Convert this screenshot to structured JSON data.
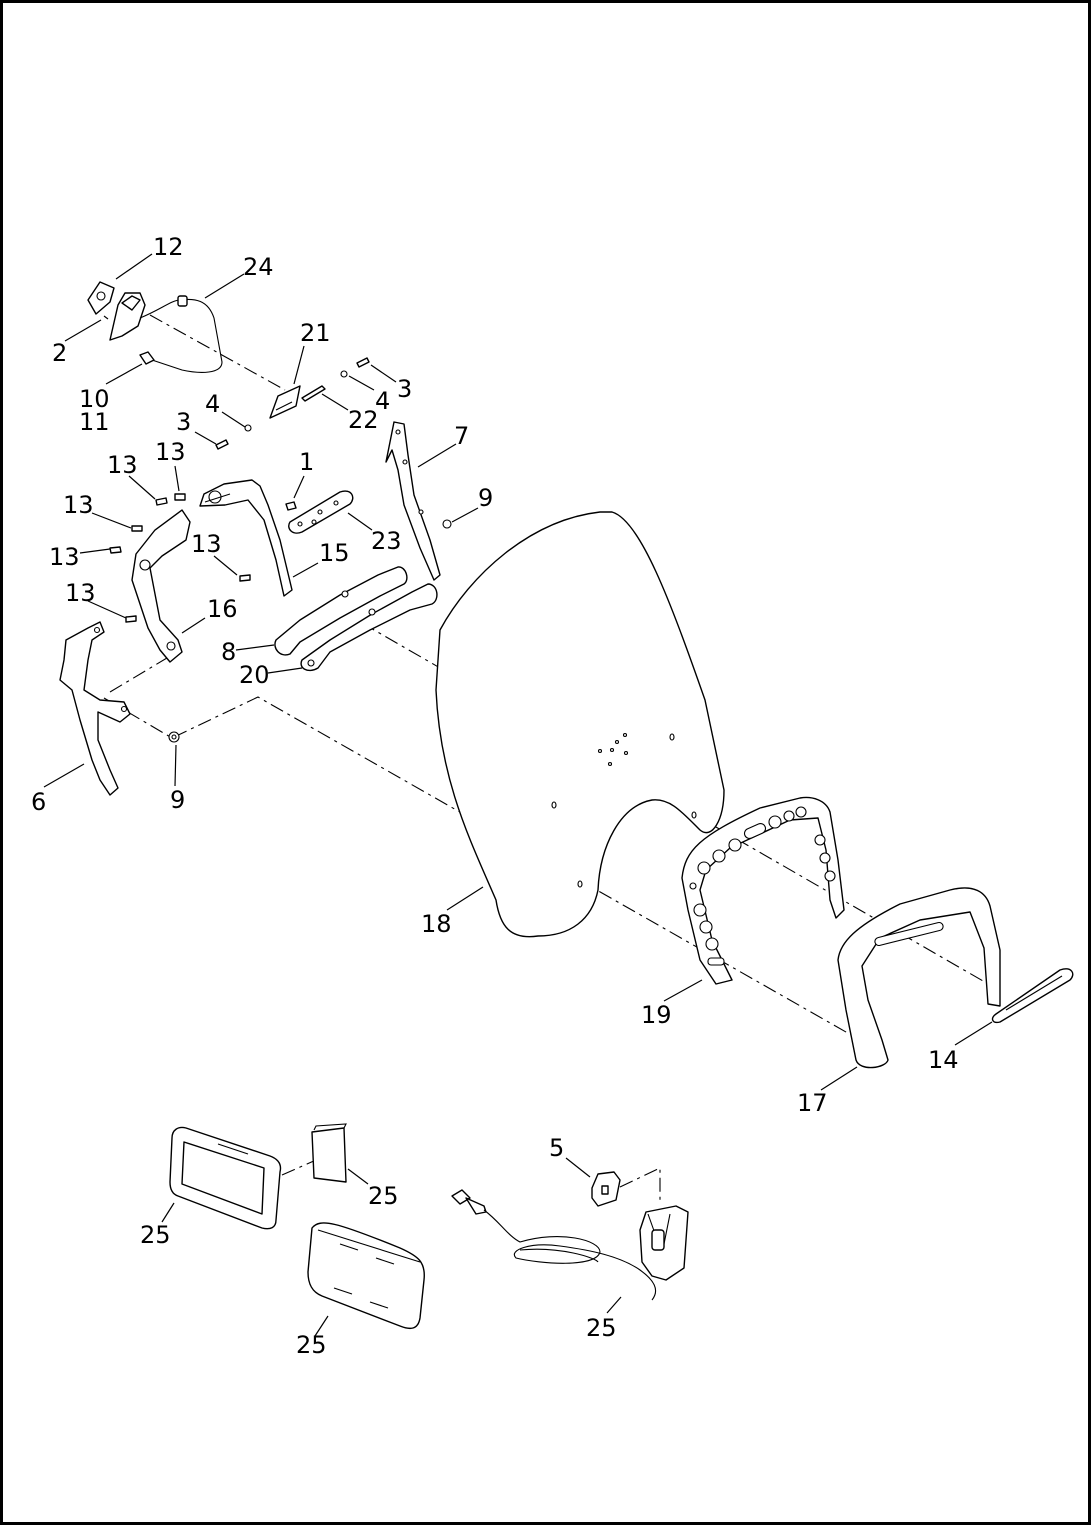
{
  "diagram": {
    "callouts": [
      {
        "id": "c12",
        "text": "12"
      },
      {
        "id": "c24",
        "text": "24"
      },
      {
        "id": "c2",
        "text": "2"
      },
      {
        "id": "c21",
        "text": "21"
      },
      {
        "id": "c10",
        "text": "10"
      },
      {
        "id": "c11",
        "text": "11"
      },
      {
        "id": "c3a",
        "text": "3"
      },
      {
        "id": "c4a",
        "text": "4"
      },
      {
        "id": "c22",
        "text": "22"
      },
      {
        "id": "c3b",
        "text": "3"
      },
      {
        "id": "c4b",
        "text": "4"
      },
      {
        "id": "c7",
        "text": "7"
      },
      {
        "id": "c1",
        "text": "1"
      },
      {
        "id": "c13a",
        "text": "13"
      },
      {
        "id": "c13b",
        "text": "13"
      },
      {
        "id": "c13c",
        "text": "13"
      },
      {
        "id": "c13d",
        "text": "13"
      },
      {
        "id": "c13e",
        "text": "13"
      },
      {
        "id": "c13f",
        "text": "13"
      },
      {
        "id": "c9a",
        "text": "9"
      },
      {
        "id": "c23",
        "text": "23"
      },
      {
        "id": "c15",
        "text": "15"
      },
      {
        "id": "c16",
        "text": "16"
      },
      {
        "id": "c8",
        "text": "8"
      },
      {
        "id": "c20",
        "text": "20"
      },
      {
        "id": "c6",
        "text": "6"
      },
      {
        "id": "c9b",
        "text": "9"
      },
      {
        "id": "c18",
        "text": "18"
      },
      {
        "id": "c19",
        "text": "19"
      },
      {
        "id": "c14",
        "text": "14"
      },
      {
        "id": "c17",
        "text": "17"
      },
      {
        "id": "c5",
        "text": "5"
      },
      {
        "id": "c25a",
        "text": "25"
      },
      {
        "id": "c25b",
        "text": "25"
      },
      {
        "id": "c25c",
        "text": "25"
      },
      {
        "id": "c25d",
        "text": "25"
      }
    ]
  }
}
